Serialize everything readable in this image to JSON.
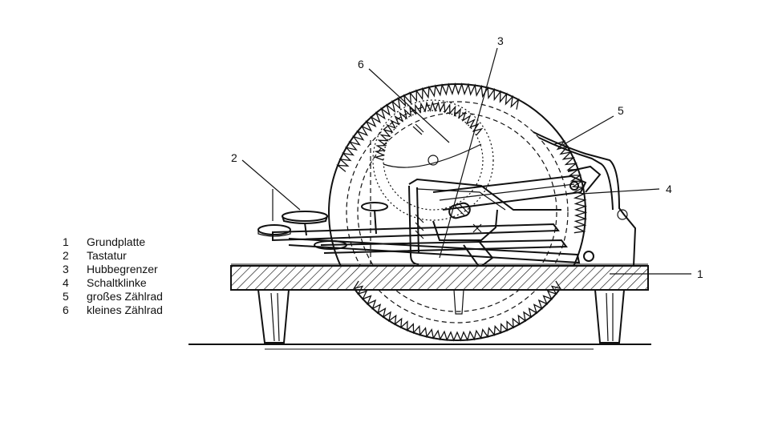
{
  "legend": [
    {
      "num": "1",
      "label": "Grundplatte"
    },
    {
      "num": "2",
      "label": "Tastatur"
    },
    {
      "num": "3",
      "label": "Hubbegrenzer"
    },
    {
      "num": "4",
      "label": "Schaltklinke"
    },
    {
      "num": "5",
      "label": "großes Zählrad"
    },
    {
      "num": "6",
      "label": "kleines Zählrad"
    }
  ],
  "callouts": {
    "c1": "1",
    "c2": "2",
    "c3": "3",
    "c4": "4",
    "c5": "5",
    "c6": "6"
  }
}
